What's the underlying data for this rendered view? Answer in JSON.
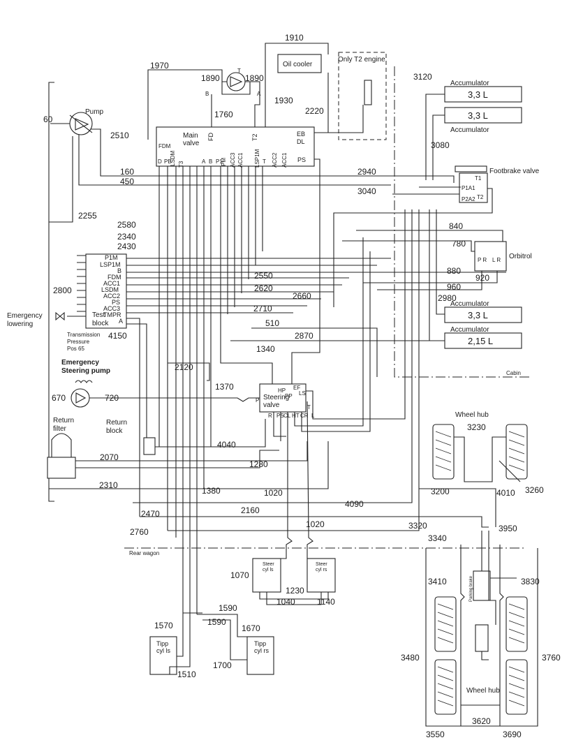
{
  "components": {
    "oil_cooler": "Oil cooler",
    "only_t2_engine": "Only T2 engine",
    "pump": "Pump",
    "main_valve": [
      "Main",
      "valve"
    ],
    "accumulator": "Accumulator",
    "acc_33": "3,3 L",
    "acc_215": "2,15 L",
    "footbrake_valve": "Footbrake valve",
    "orbitrol": "Orbitrol",
    "emergency_lowering": [
      "Emergency",
      "lowering"
    ],
    "test_block": [
      "Test",
      "block"
    ],
    "transmission_pressure": [
      "Transmission",
      "Pressure",
      "Pos 65"
    ],
    "emergency_steering_pump": [
      "Emergency",
      "Steering pump"
    ],
    "steering_valve": [
      "Steering",
      "valve"
    ],
    "return_filter": [
      "Return",
      "filter"
    ],
    "return_block": [
      "Return",
      "block"
    ],
    "wheel_hub": "Wheel hub",
    "cabin": "Cabin",
    "rear_wagon": "Rear wagon",
    "steer_cyl_ls": [
      "Steer",
      "cyl ls"
    ],
    "steer_cyl_rs": [
      "Steer",
      "cyl rs"
    ],
    "tipp_cyl_ls": [
      "Tipp",
      "cyl ls"
    ],
    "tipp_cyl_rs": [
      "Tipp",
      "cyl rs"
    ],
    "parking_brake": "Parking brake"
  },
  "main_valve_ports": {
    "fd": "FD",
    "t2": "T2",
    "eb": "EB",
    "dl": "DL",
    "ps": "PS",
    "fdm": "FDM",
    "d": "D",
    "pb": "PB",
    "lsdm": "LSDM",
    "t3": "T3",
    "a": "A",
    "b": "B",
    "p1": "P1",
    "pm": "PM",
    "acc3": "ACC3",
    "acc1": "ACC1",
    "acc2": "ACC2",
    "lsp1m": "LSP1M",
    "t": "T"
  },
  "test_block_ports": [
    "P1M",
    "LSP1M",
    "B",
    "FDM",
    "ACC1",
    "LSDM",
    "ACC2",
    "PS",
    "ACC3",
    "TMPR",
    "A"
  ],
  "steering_valve_ports": {
    "hp": "HP",
    "ef": "EF",
    "ls": "LS",
    "p": "P",
    "r": "R",
    "ps": "PS",
    "cl": "CL",
    "ht": "HT",
    "cr": "CR",
    "l": "L",
    "pp": "PP",
    "t": "T"
  },
  "misc_ports": {
    "t": "T",
    "b": "B",
    "a": "A",
    "p1a1": "P1A1",
    "p2a2": "P2A2",
    "t1": "T1",
    "t2": "T2",
    "pr": "P R",
    "lr": "L R"
  },
  "line_numbers": {
    "l1910": "1910",
    "l1970": "1970",
    "l1890a": "1890",
    "l1890b": "1890",
    "l1930": "1930",
    "l1760": "1760",
    "l2220": "2220",
    "l60": "60",
    "l2510": "2510",
    "l160": "160",
    "l450": "450",
    "l2255": "2255",
    "l2940": "2940",
    "l3040": "3040",
    "l3120": "3120",
    "l3080": "3080",
    "l2580": "2580",
    "l2340": "2340",
    "l2430": "2430",
    "l840": "840",
    "l780": "780",
    "l880": "880",
    "l920": "920",
    "l960": "960",
    "l2980": "2980",
    "l2550": "2550",
    "l2620": "2620",
    "l2660": "2660",
    "l2800": "2800",
    "l2710": "2710",
    "l510": "510",
    "l2870": "2870",
    "l4150": "4150",
    "l1340": "1340",
    "l2120": "2120",
    "l1370": "1370",
    "l670": "670",
    "l720": "720",
    "l3230": "3230",
    "l3260": "3260",
    "l4040": "4040",
    "l2070": "2070",
    "l1280": "1280",
    "l3200": "3200",
    "l4010": "4010",
    "l2310": "2310",
    "l1380": "1380",
    "l1020a": "1020",
    "l4090": "4090",
    "l2470": "2470",
    "l2160": "2160",
    "l1020b": "1020",
    "l3320": "3320",
    "l3950": "3950",
    "l2760": "2760",
    "l3340": "3340",
    "l1070": "1070",
    "l3410": "3410",
    "l3830": "3830",
    "l1230": "1230",
    "l1040": "1040",
    "l1140": "1140",
    "l1590a": "1590",
    "l1590b": "1590",
    "l1570": "1570",
    "l1670": "1670",
    "l3480": "3480",
    "l3760": "3760",
    "l1700": "1700",
    "l1510": "1510",
    "l3620": "3620",
    "l3550": "3550",
    "l3690": "3690"
  }
}
